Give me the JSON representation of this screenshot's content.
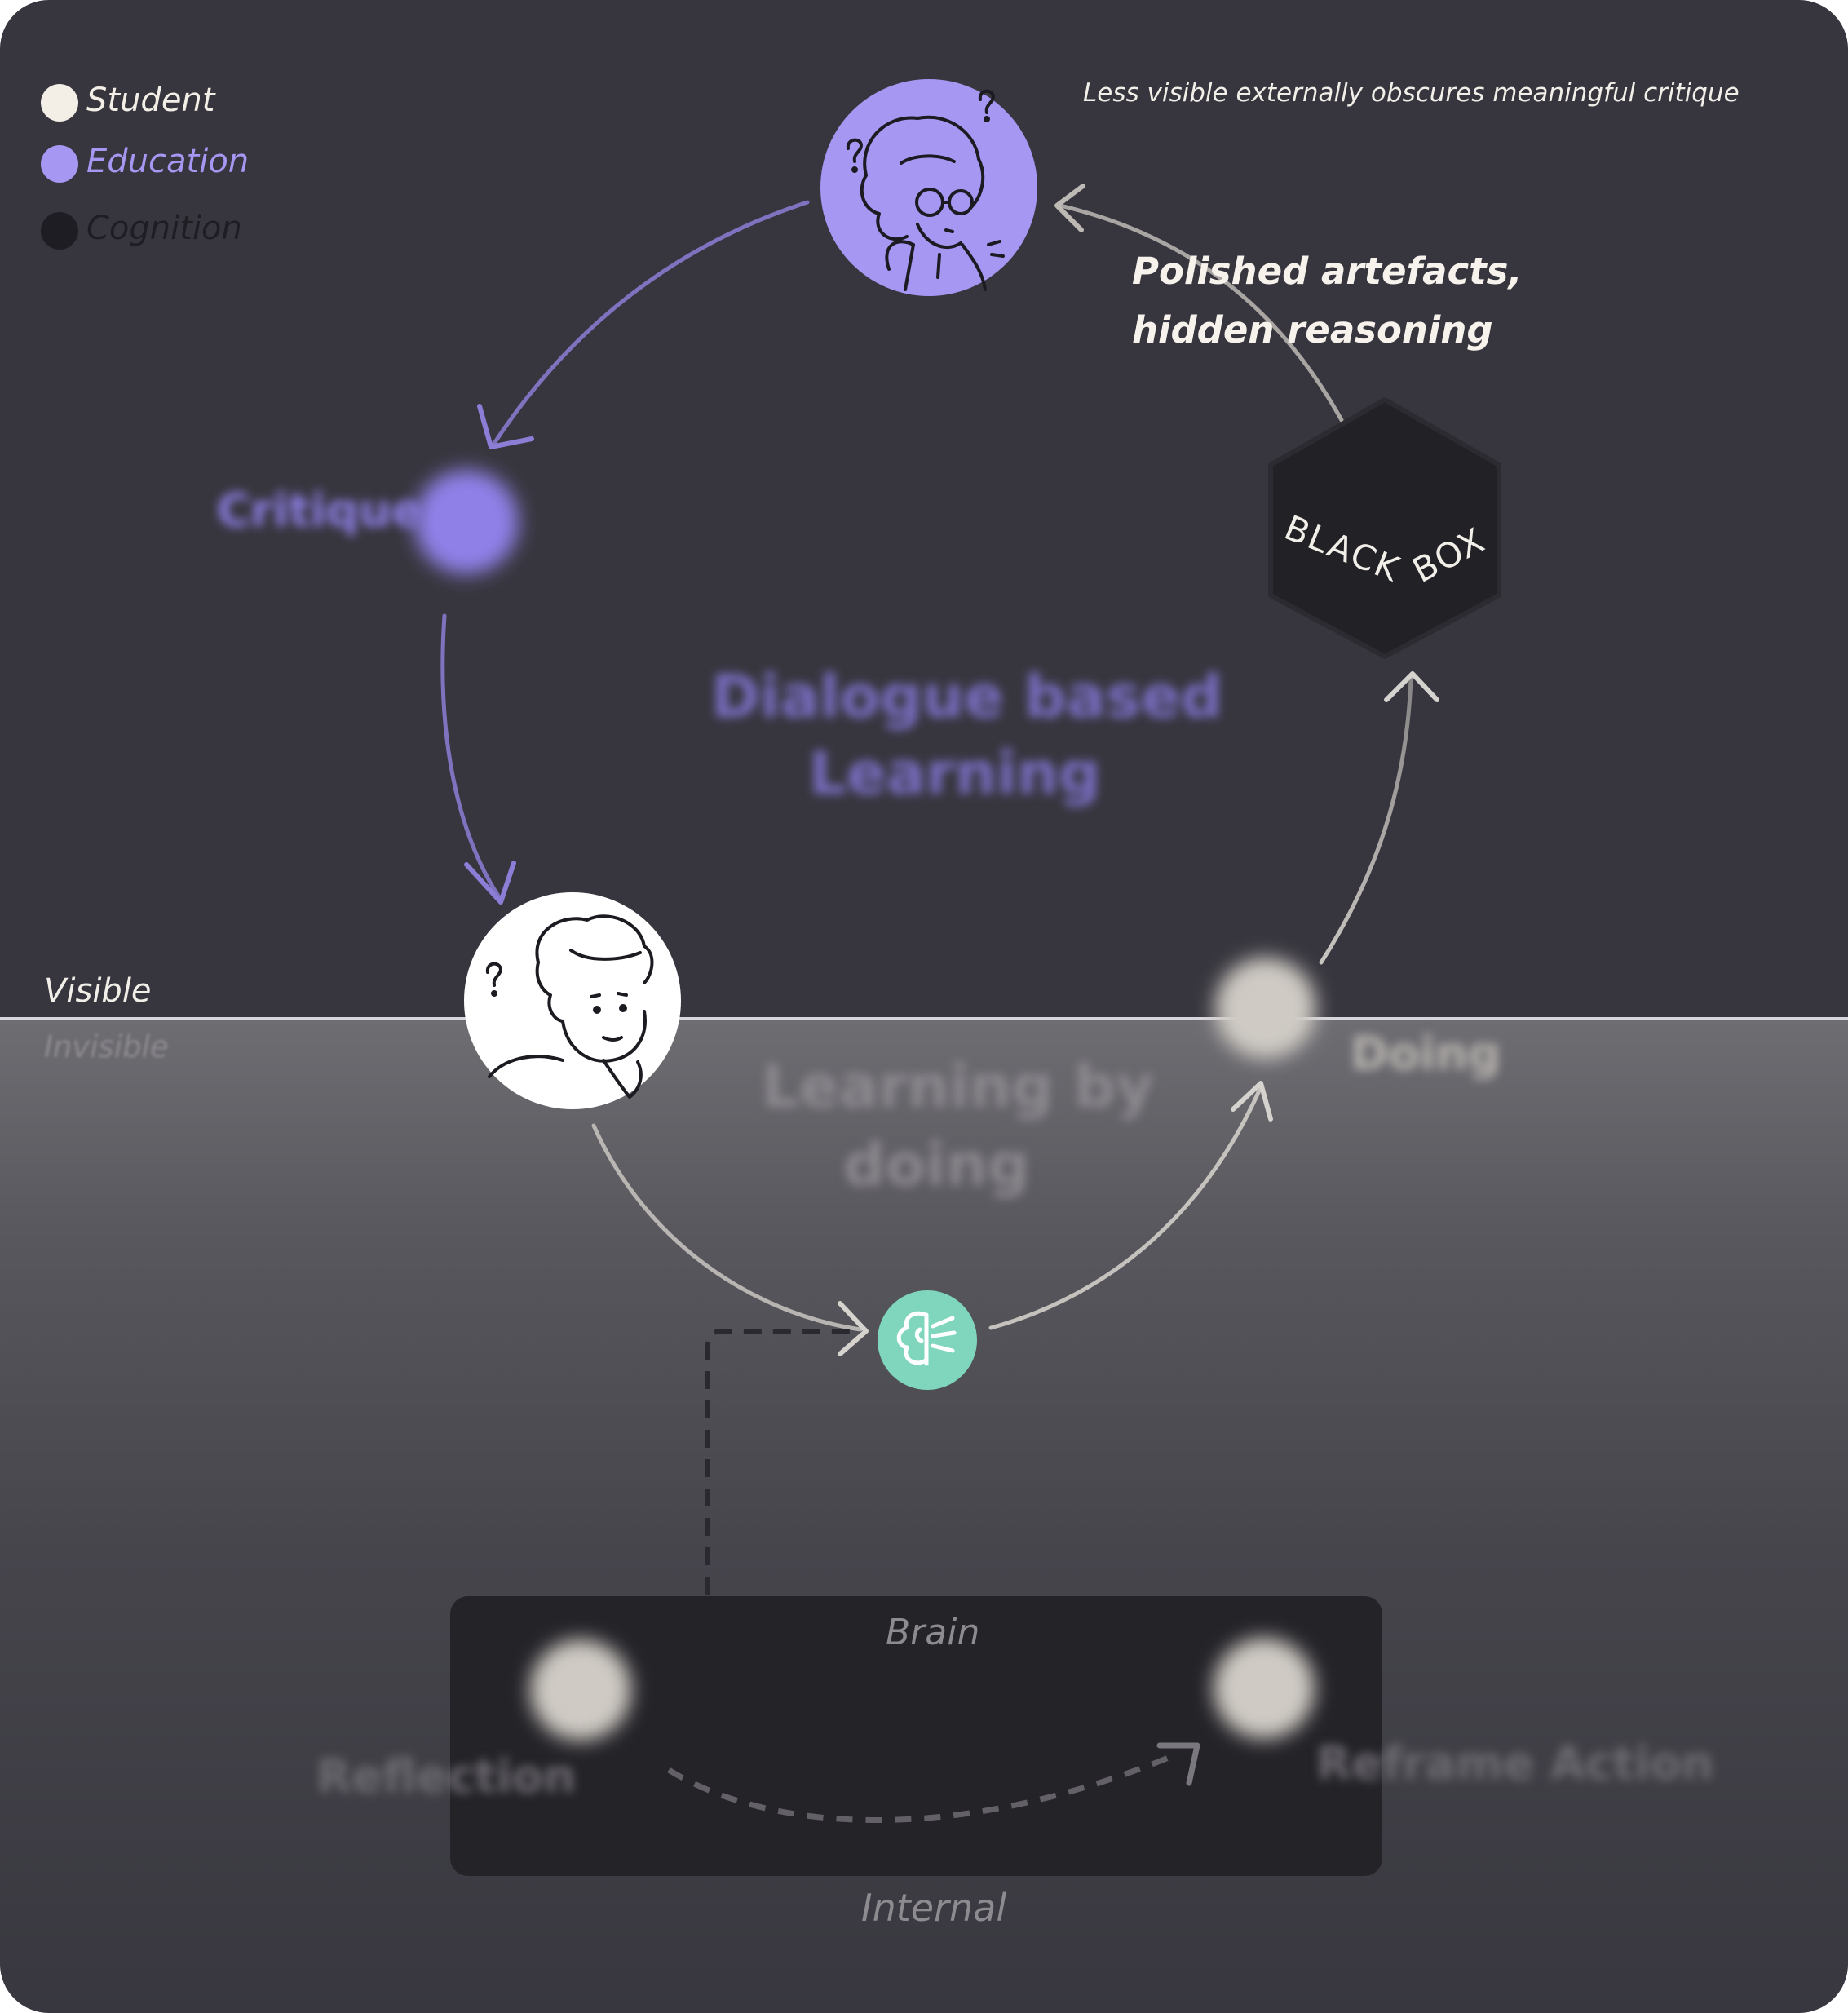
{
  "colors": {
    "student": "#f3eee6",
    "education": "#a597f2",
    "cognition": "#1e1d23",
    "accent_green": "#7fd6bd"
  },
  "legend": [
    {
      "label": "Student",
      "color": "#f3eee6"
    },
    {
      "label": "Education",
      "color": "#a597f2"
    },
    {
      "label": "Cognition",
      "color": "#1e1d23"
    }
  ],
  "annotations": {
    "top_note": "Less visible externally obscures meaningful critique",
    "polished_line1": "Polished artefacts,",
    "polished_line2": "hidden reasoning"
  },
  "nodes": {
    "critique": "Critique",
    "doing": "Doing",
    "reflection": "Reflection",
    "reframe_action": "Reframe Action"
  },
  "loops": {
    "dialogue_line1": "Dialogue based",
    "dialogue_line2": "Learning",
    "doing_line1": "Learning by",
    "doing_line2": "doing"
  },
  "black_box": {
    "word1": "BLACK",
    "word2": "BOX"
  },
  "divider": {
    "visible": "Visible",
    "invisible": "Invisible"
  },
  "brain_box": {
    "title": "Brain",
    "caption": "Internal"
  },
  "icons": {
    "teacher": "teacher-avatar-icon",
    "student": "student-avatar-icon",
    "brain": "brain-icon",
    "black_box": "hexagon-black-box-icon"
  }
}
